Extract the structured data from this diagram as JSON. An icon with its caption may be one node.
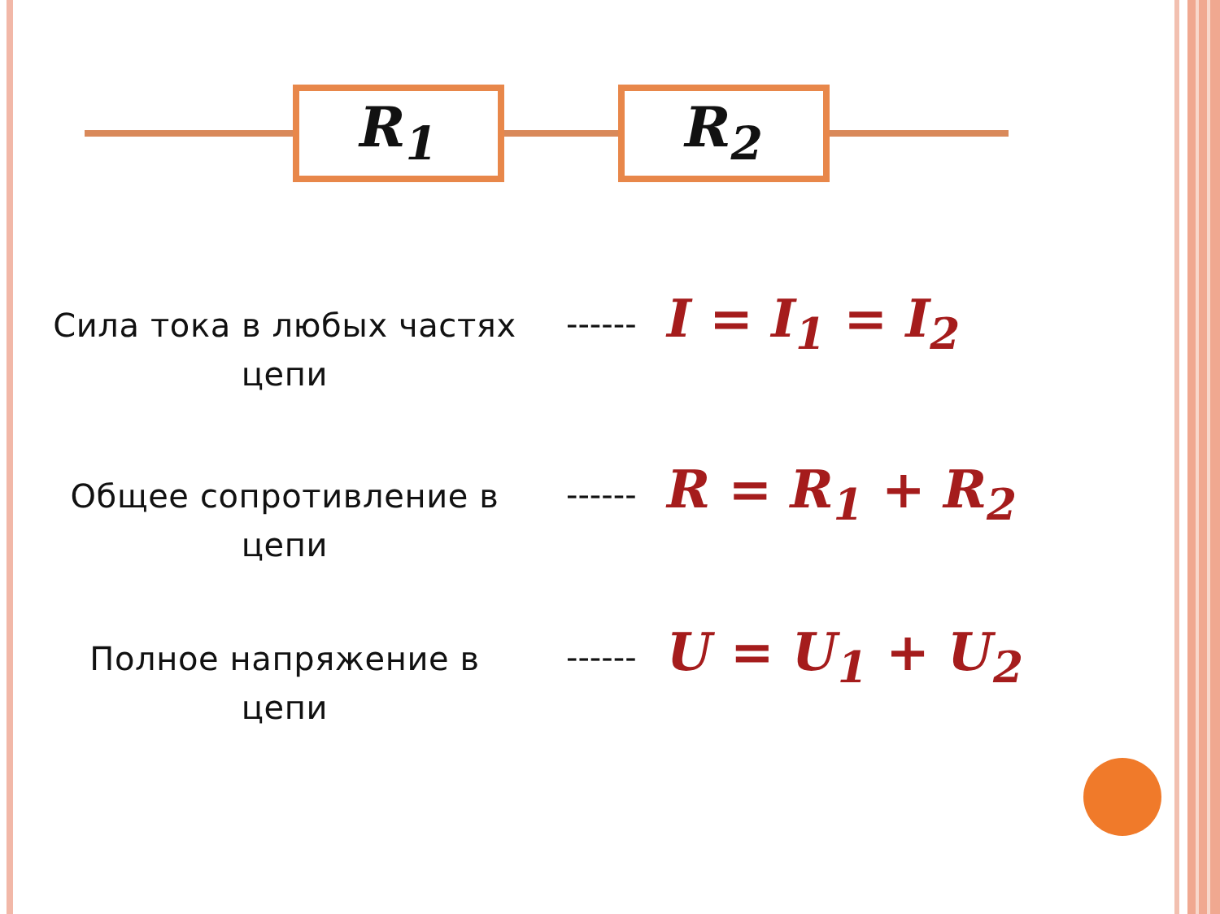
{
  "diagram": {
    "nodes": [
      {
        "text": [
          "R$_{1}$"
        ]
      },
      {
        "text": [
          "R$_{2}$"
        ]
      }
    ],
    "edges": [
      {
        "from": null,
        "to": 0,
        "arrow": "none"
      },
      {
        "from": 0,
        "to": 1,
        "arrow": "none"
      },
      {
        "from": 1,
        "to": null,
        "arrow": "none"
      }
    ],
    "labels": [
      "Сила тока в любых частях цепи",
      "------",
      "I = I$_{1}$ = I$_{2}$",
      "Общее сопротивление в цепи",
      "------",
      "R = R$_{1}$ + R$_{2}$",
      "Полное напряжение в цепи",
      "------",
      "U = U$_{1}$ + U$_{2}$"
    ]
  }
}
